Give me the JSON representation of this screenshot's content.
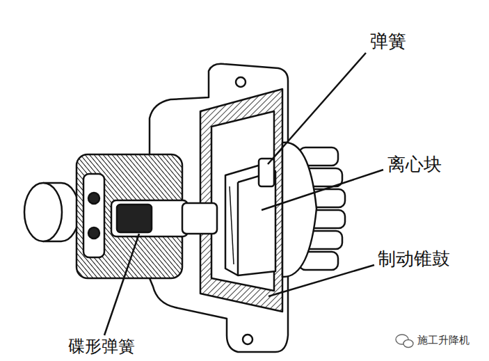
{
  "diagram": {
    "labels": [
      "弹簧",
      "离心块",
      "制动锥鼓",
      "碟形弹簧",
      "施工升降机"
    ]
  }
}
